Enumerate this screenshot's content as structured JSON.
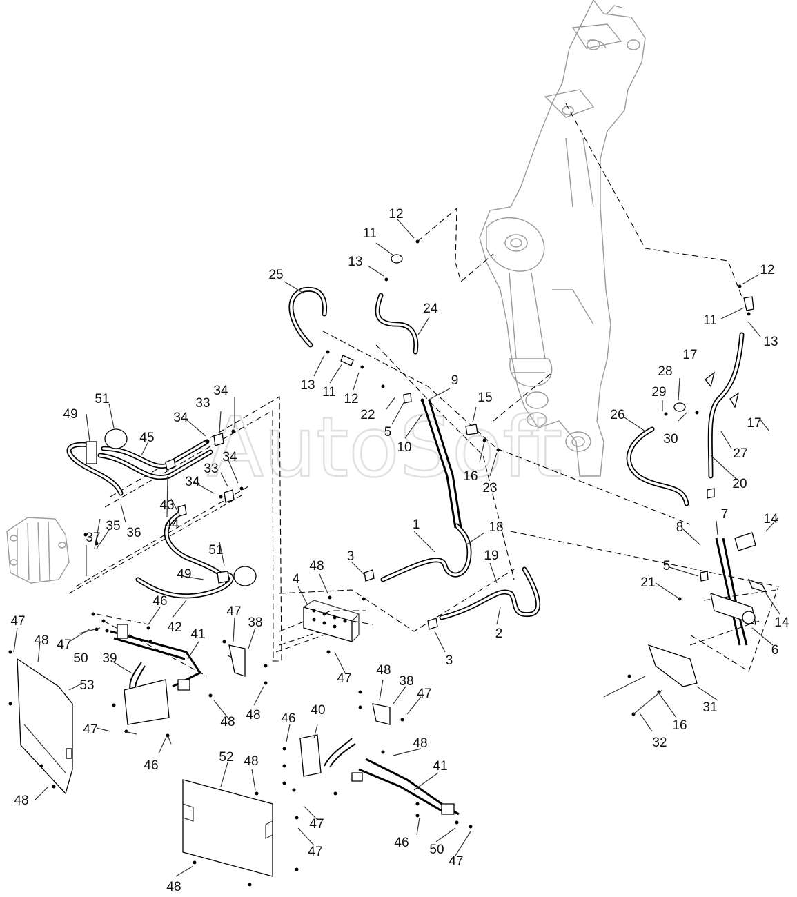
{
  "diagram": {
    "watermark": "AutoSoft",
    "colors": {
      "line": "#000000",
      "ghost": "#9a9a9a",
      "watermark": "#c8c8c8"
    },
    "callouts": [
      "1",
      "3",
      "3",
      "4",
      "5",
      "5",
      "6",
      "7",
      "8",
      "9",
      "10",
      "11",
      "11",
      "11",
      "12",
      "12",
      "12",
      "13",
      "13",
      "13",
      "14",
      "14",
      "15",
      "16",
      "16",
      "17",
      "17",
      "18",
      "19",
      "20",
      "21",
      "22",
      "23",
      "24",
      "25",
      "26",
      "27",
      "28",
      "29",
      "30",
      "31",
      "32",
      "33",
      "33",
      "34",
      "34",
      "34",
      "34",
      "35",
      "36",
      "37",
      "38",
      "38",
      "39",
      "40",
      "41",
      "41",
      "42",
      "43",
      "44",
      "45",
      "46",
      "46",
      "46",
      "46",
      "47",
      "47",
      "47",
      "47",
      "47",
      "47",
      "47",
      "47",
      "47",
      "47",
      "48",
      "48",
      "48",
      "48",
      "48",
      "48",
      "48",
      "48",
      "48",
      "49",
      "49",
      "50",
      "50",
      "51",
      "51",
      "52",
      "53",
      "2"
    ]
  }
}
